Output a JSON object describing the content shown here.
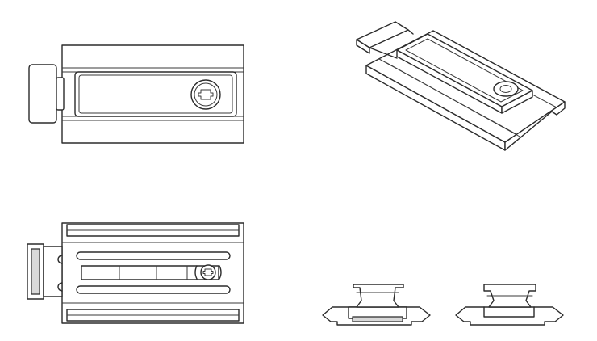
{
  "drawing": {
    "line_color": "#2b2b2b",
    "background_color": "#ffffff",
    "views": [
      {
        "id": "top-view"
      },
      {
        "id": "isometric-view"
      },
      {
        "id": "bottom-view"
      },
      {
        "id": "end-views"
      }
    ]
  }
}
